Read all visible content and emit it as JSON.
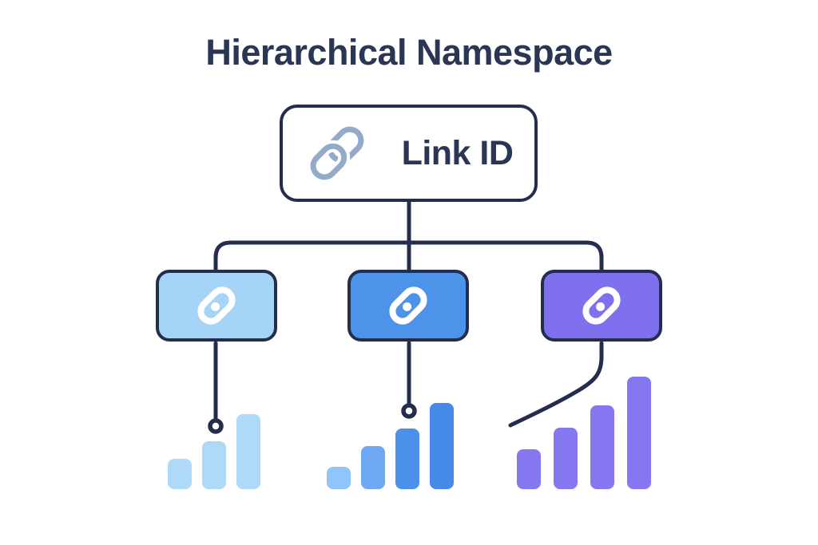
{
  "title": "Hierarchical Namespace",
  "root_node": {
    "label": "Link ID",
    "icon": "chain-link-icon"
  },
  "child_nodes": [
    {
      "id": "left",
      "fill": "#a5d4f7",
      "icon": "capsule-link-icon"
    },
    {
      "id": "middle",
      "fill": "#4e93ea",
      "icon": "capsule-link-icon"
    },
    {
      "id": "right",
      "fill": "#7f71ee",
      "icon": "capsule-link-icon"
    }
  ],
  "bar_charts": [
    {
      "id": "left-bars",
      "bars": [
        {
          "height": 38,
          "color": "#aedaf8"
        },
        {
          "height": 60,
          "color": "#aedaf8"
        },
        {
          "height": 94,
          "color": "#aedaf8"
        }
      ]
    },
    {
      "id": "middle-bars",
      "bars": [
        {
          "height": 28,
          "color": "#8fc5fa"
        },
        {
          "height": 54,
          "color": "#70a9f3"
        },
        {
          "height": 76,
          "color": "#4b90ea"
        },
        {
          "height": 108,
          "color": "#458ae9"
        }
      ]
    },
    {
      "id": "right-bars",
      "bars": [
        {
          "height": 50,
          "color": "#8477f0"
        },
        {
          "height": 77,
          "color": "#8477f0"
        },
        {
          "height": 105,
          "color": "#8477f0"
        },
        {
          "height": 141,
          "color": "#8477f0"
        }
      ]
    }
  ],
  "colors": {
    "background": "#ffffff",
    "outline": "#242e4c",
    "title_text": "#2b3655",
    "root_icon": "#94aac9",
    "node_icon": "#ffffff"
  }
}
